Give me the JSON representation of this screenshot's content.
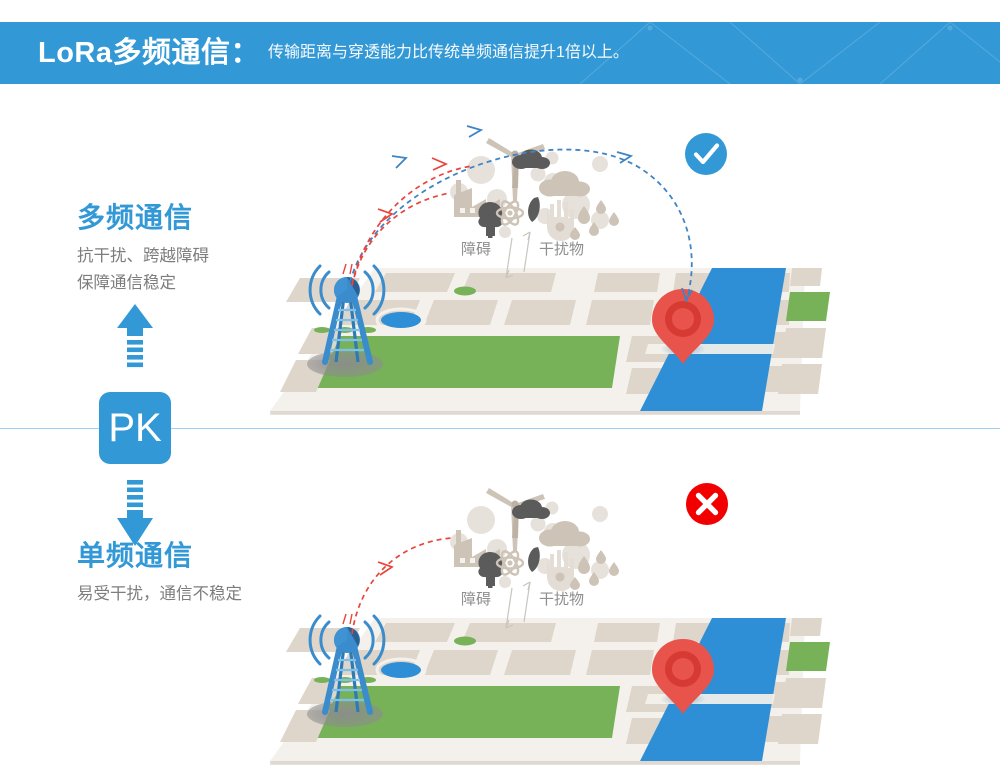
{
  "header": {
    "title": "LoRa多频通信：",
    "subtitle": "传输距离与穿透能力比传统单频通信提升1倍以上。",
    "bg_color": "#3399d6",
    "text_color": "#ffffff"
  },
  "theme": {
    "accent_blue": "#3399d6",
    "deep_blue": "#2f6f9e",
    "grey_text": "#7d7d7d",
    "red": "#e8453c",
    "error_red": "#f20000",
    "divider": "#9ed0ee",
    "map_block": "#ded5cb",
    "map_road": "#f4f1ec",
    "map_green": "#77b259",
    "map_water": "#2e8fd6",
    "obstacle_beige": "#cdc3b6",
    "obstacle_dark": "#5b5b5b",
    "signal_ok": "#3f84c4",
    "signal_blocked": "#e8453c"
  },
  "comparison": {
    "good": {
      "title": "多频通信",
      "desc_line1": "抗干扰、跨越障碍",
      "desc_line2": "保障通信稳定",
      "status_icon": "check-circle-icon",
      "status_color": "#3399d6",
      "signal_arcs": [
        {
          "name": "reaches-target",
          "color": "#3f84c4",
          "style": "dashed",
          "blocked": false
        },
        {
          "name": "blocked-high",
          "color": "#e8453c",
          "style": "dashed",
          "blocked": true
        },
        {
          "name": "blocked-low",
          "color": "#e8453c",
          "style": "dashed",
          "blocked": true
        }
      ]
    },
    "bad": {
      "title": "单频通信",
      "desc_line1": "易受干扰，通信不稳定",
      "desc_line2": "",
      "status_icon": "x-circle-icon",
      "status_color": "#f20000",
      "signal_arcs": [
        {
          "name": "blocked-single",
          "color": "#e8453c",
          "style": "dashed",
          "blocked": true
        }
      ]
    }
  },
  "vs_badge": {
    "label": "PK",
    "bg_color": "#3399d6",
    "arrow_up_icon": "arrow-up-segmented-icon",
    "arrow_down_icon": "arrow-down-segmented-icon"
  },
  "obstacles": {
    "label_obstacle": "障碍",
    "label_interference": "干扰物",
    "icons": [
      "factory-icon",
      "windmill-icon",
      "cloud-dark-icon",
      "cloud-light-icon",
      "tree-icon",
      "atom-icon",
      "leaf-icon",
      "hand-icon",
      "raindrop-icon",
      "bubble-icon"
    ]
  },
  "map": {
    "tower_icon": "signal-tower-icon",
    "pin_icon": "map-pin-icon",
    "features": [
      "city-blocks",
      "roads",
      "park-green",
      "pond-blue",
      "river-blue"
    ]
  }
}
